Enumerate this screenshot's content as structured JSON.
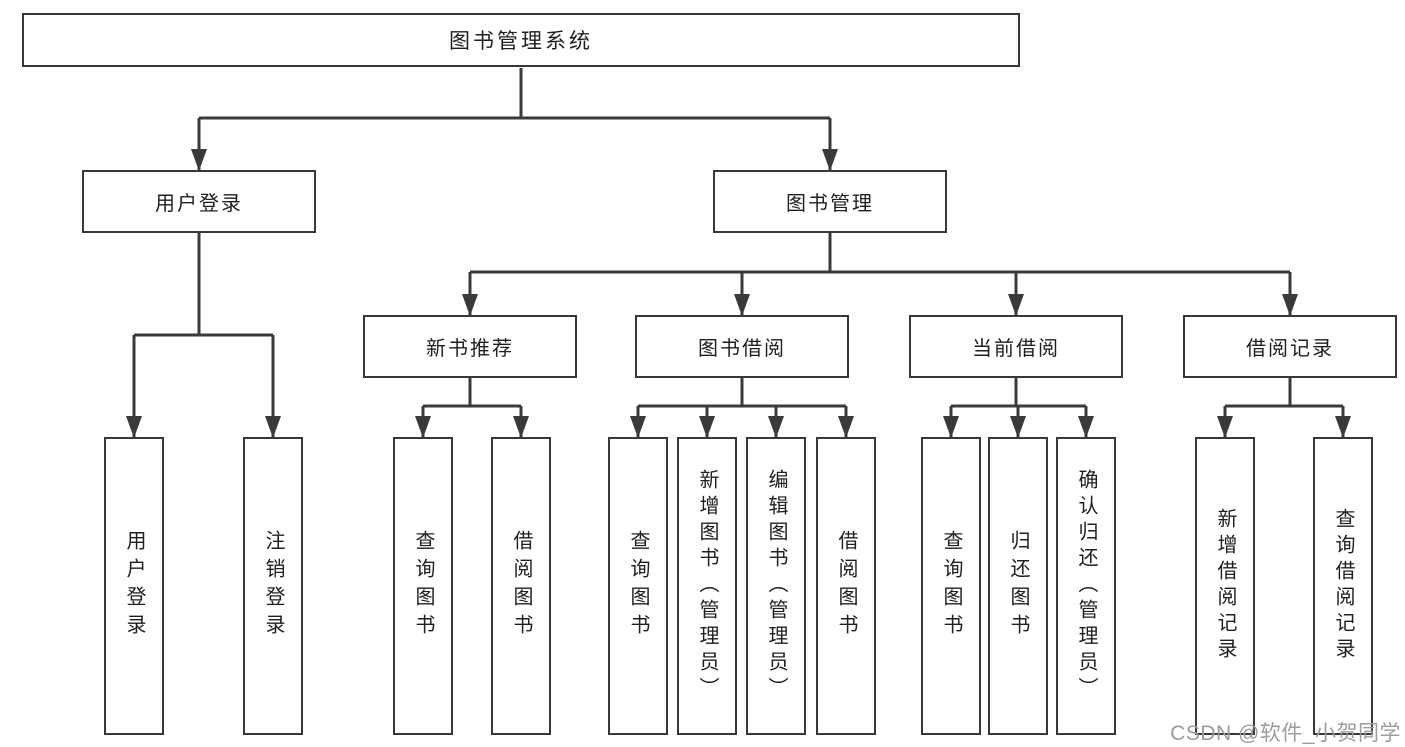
{
  "diagram_title": "图书管理系统",
  "tree": {
    "root": {
      "label": "图书管理系统",
      "children": [
        {
          "label": "用户登录",
          "children": [
            {
              "label": "用户登录"
            },
            {
              "label": "注销登录"
            }
          ]
        },
        {
          "label": "图书管理",
          "children": [
            {
              "label": "新书推荐",
              "children": [
                {
                  "label": "查询图书"
                },
                {
                  "label": "借阅图书"
                }
              ]
            },
            {
              "label": "图书借阅",
              "children": [
                {
                  "label": "查询图书"
                },
                {
                  "label": "新增图书（管理员）"
                },
                {
                  "label": "编辑图书（管理员）"
                },
                {
                  "label": "借阅图书"
                }
              ]
            },
            {
              "label": "当前借阅",
              "children": [
                {
                  "label": "查询图书"
                },
                {
                  "label": "归还图书"
                },
                {
                  "label": "确认归还（管理员）"
                }
              ]
            },
            {
              "label": "借阅记录",
              "children": [
                {
                  "label": "新增借阅记录"
                },
                {
                  "label": "查询借阅记录"
                }
              ]
            }
          ]
        }
      ]
    }
  },
  "watermark": {
    "text": "CSDN @软件_小贺同学"
  },
  "colors": {
    "line": "#3a3a3a",
    "box_border": "#383838",
    "box_fill": "#ffffff",
    "text": "#1f1f1f",
    "watermark": "#9c9c9c",
    "background": "#ffffff"
  }
}
